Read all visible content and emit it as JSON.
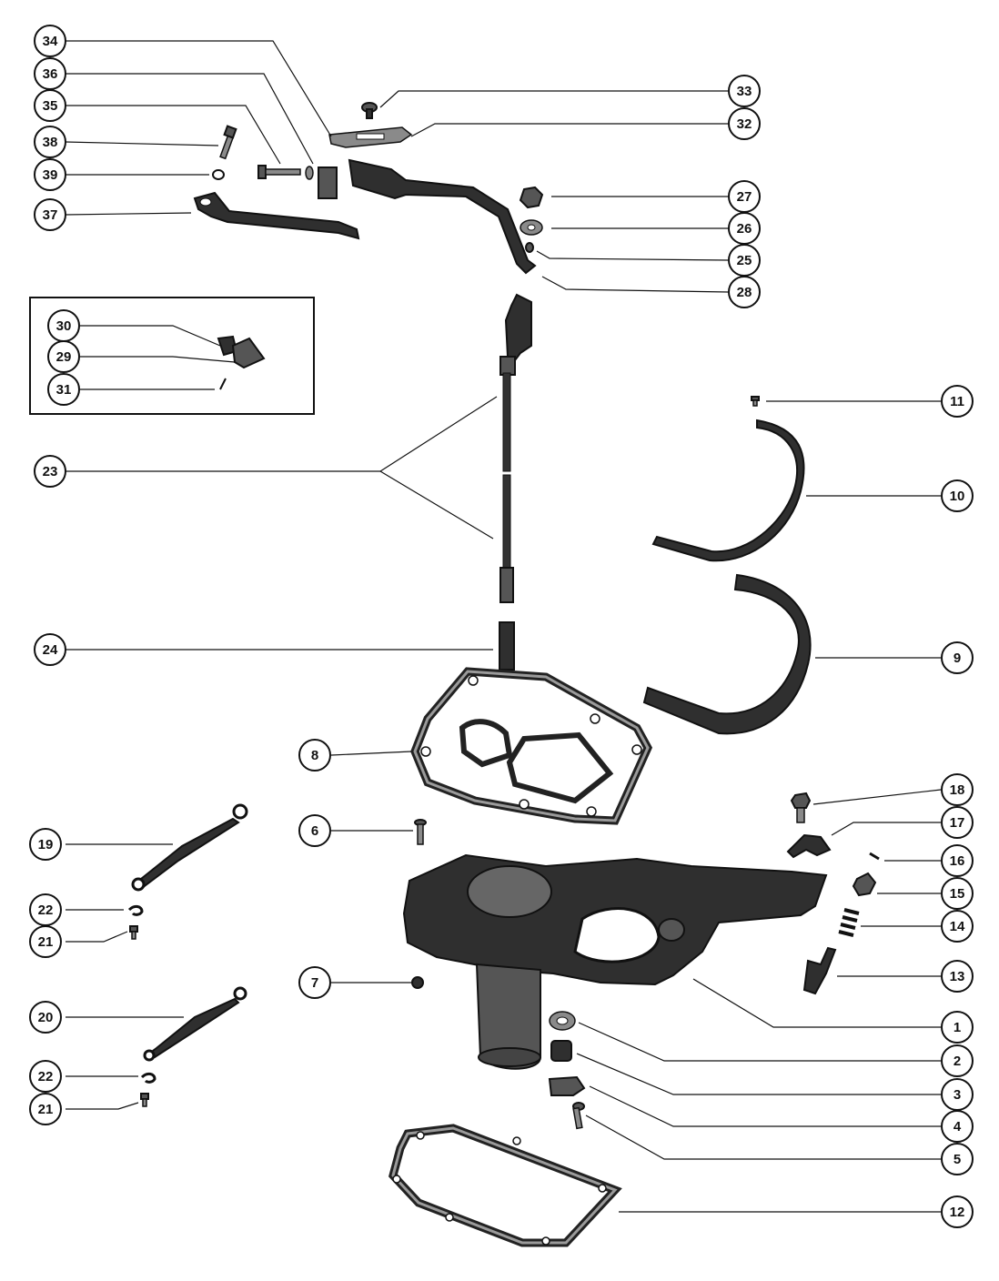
{
  "callouts": {
    "c1": "1",
    "c2": "2",
    "c3": "3",
    "c4": "4",
    "c5": "5",
    "c6": "6",
    "c7": "7",
    "c8": "8",
    "c9": "9",
    "c10": "10",
    "c11": "11",
    "c12": "12",
    "c13": "13",
    "c14": "14",
    "c15": "15",
    "c16": "16",
    "c17": "17",
    "c18": "18",
    "c19": "19",
    "c20": "20",
    "c21a": "21",
    "c21b": "21",
    "c22a": "22",
    "c22b": "22",
    "c23": "23",
    "c24": "24",
    "c25": "25",
    "c26": "26",
    "c27": "27",
    "c28": "28",
    "c29": "29",
    "c30": "30",
    "c31": "31",
    "c32": "32",
    "c33": "33",
    "c34": "34",
    "c35": "35",
    "c36": "36",
    "c37": "37",
    "c38": "38",
    "c39": "39"
  }
}
